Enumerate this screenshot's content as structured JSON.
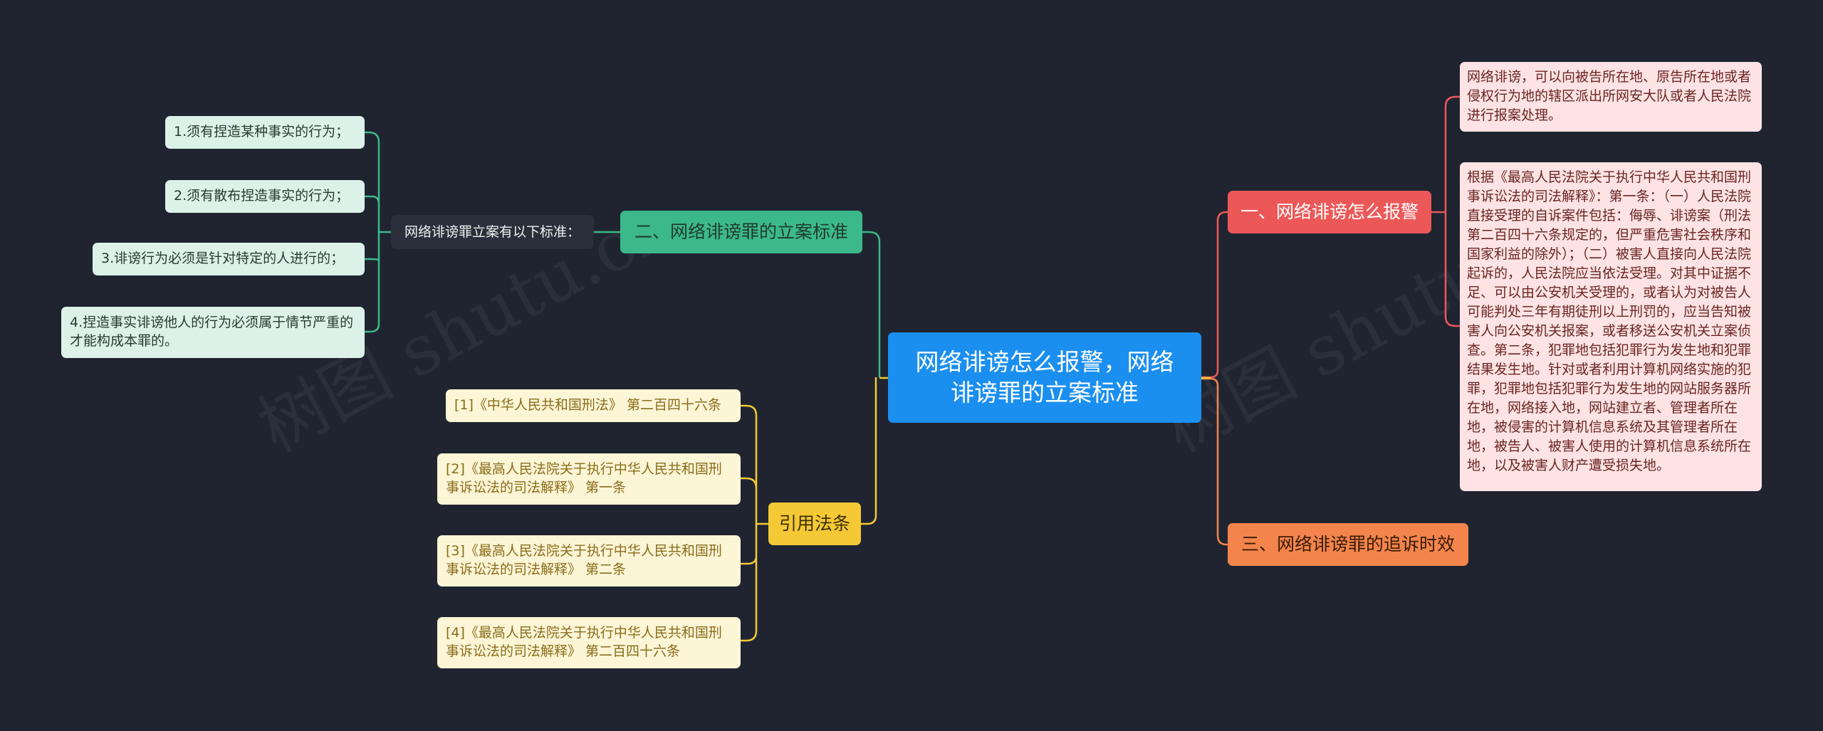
{
  "center": {
    "title": "网络诽谤怎么报警，网络诽谤罪的立案标准"
  },
  "branches": {
    "standard": {
      "label": "二、网络诽谤罪的立案标准",
      "sub": "网络诽谤罪立案有以下标准：",
      "items": [
        "1.须有捏造某种事实的行为；",
        "2.须有散布捏造事实的行为；",
        "3.诽谤行为必须是针对特定的人进行的；",
        "4.捏造事实诽谤他人的行为必须属于情节严重的才能构成本罪的。"
      ]
    },
    "laws": {
      "label": "引用法条",
      "items": [
        "[1]《中华人民共和国刑法》 第二百四十六条",
        "[2]《最高人民法院关于执行中华人民共和国刑事诉讼法的司法解释》 第一条",
        "[3]《最高人民法院关于执行中华人民共和国刑事诉讼法的司法解释》 第二条",
        "[4]《最高人民法院关于执行中华人民共和国刑事诉讼法的司法解释》 第二百四十六条"
      ]
    },
    "report": {
      "label": "一、网络诽谤怎么报警",
      "items": [
        "网络诽谤，可以向被告所在地、原告所在地或者侵权行为地的辖区派出所网安大队或者人民法院进行报案处理。",
        "根据《最高人民法院关于执行中华人民共和国刑事诉讼法的司法解释》：第一条：（一）人民法院直接受理的自诉案件包括：侮辱、诽谤案（刑法第二百四十六条规定的，但严重危害社会秩序和国家利益的除外）；（二）被害人直接向人民法院起诉的，人民法院应当依法受理。对其中证据不足、可以由公安机关受理的，或者认为对被告人可能判处三年有期徒刑以上刑罚的，应当告知被害人向公安机关报案，或者移送公安机关立案侦查。第二条，犯罪地包括犯罪行为发生地和犯罪结果发生地。针对或者利用计算机网络实施的犯罪，犯罪地包括犯罪行为发生地的网站服务器所在地，网络接入地，网站建立者、管理者所在地，被侵害的计算机信息系统及其管理者所在地，被告人、被害人使用的计算机信息系统所在地，以及被害人财产遭受损失地。"
      ]
    },
    "limitation": {
      "label": "三、网络诽谤罪的追诉时效"
    }
  },
  "watermark": [
    "树图 shutu.cn",
    "树图 shutu.cn"
  ],
  "colors": {
    "background": "#1f2430",
    "center": "#1b8ff0",
    "green": "#3cb98a",
    "yellow": "#f5c935",
    "red": "#ec5858",
    "orange": "#f3854c"
  }
}
